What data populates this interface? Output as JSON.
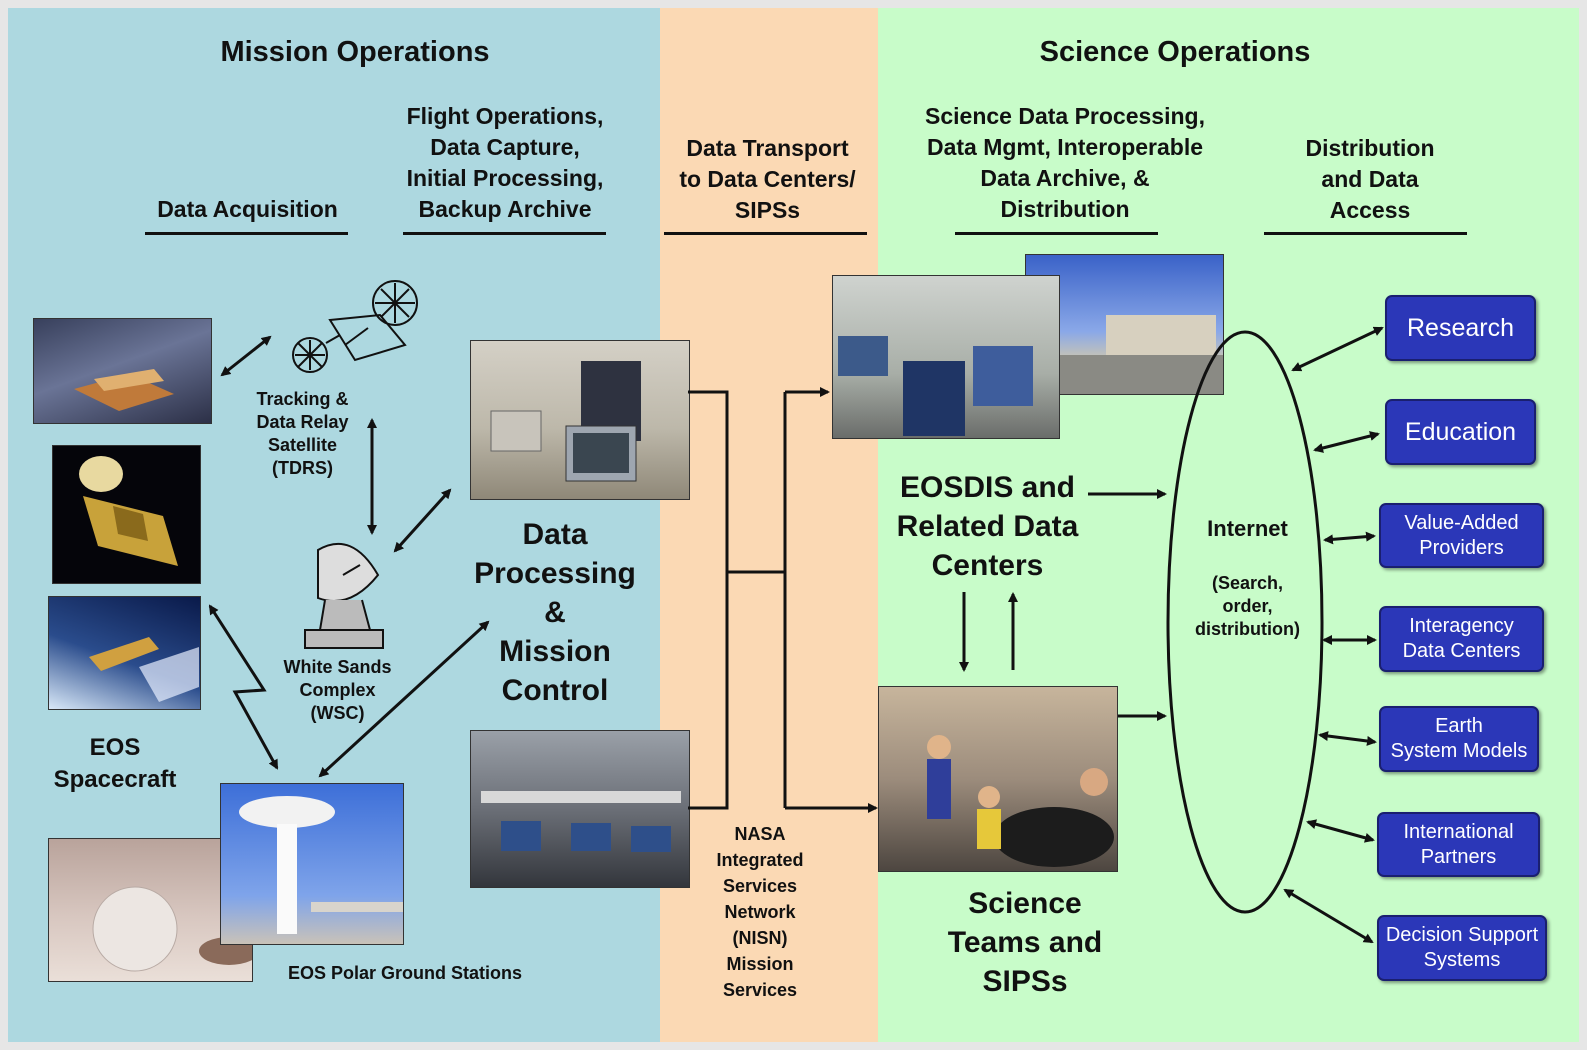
{
  "sections": {
    "mission": "Mission Operations",
    "science": "Science Operations"
  },
  "columns": {
    "acquisition": "Data Acquisition",
    "flight_ops": [
      "Flight Operations,",
      "Data Capture,",
      "Initial Processing,",
      "Backup Archive"
    ],
    "transport": [
      "Data Transport",
      "to Data Centers/",
      "SIPSs"
    ],
    "science_processing": [
      "Science Data Processing,",
      "Data Mgmt, Interoperable",
      "Data Archive, &",
      "Distribution"
    ],
    "distribution": [
      "Distribution",
      "and Data",
      "Access"
    ]
  },
  "nodes": {
    "tdrs": [
      "Tracking &",
      "Data Relay",
      "Satellite",
      "(TDRS)"
    ],
    "wsc": [
      "White Sands",
      "Complex",
      "(WSC)"
    ],
    "eos_spacecraft": [
      "EOS",
      "Spacecraft"
    ],
    "polar_stations": "EOS Polar Ground Stations",
    "processing": [
      "Data",
      "Processing",
      "&",
      "Mission",
      "Control"
    ],
    "nisn": [
      "NASA",
      "Integrated",
      "Services",
      "Network",
      "(NISN)",
      "Mission",
      "Services"
    ],
    "eosdis": [
      "EOSDIS and",
      "Related Data",
      "Centers"
    ],
    "science_teams": [
      "Science",
      "Teams and",
      "SIPSs"
    ],
    "internet": "Internet",
    "internet_sub": [
      "(Search,",
      "order,",
      "distribution)"
    ]
  },
  "outputs": [
    [
      "Research"
    ],
    [
      "Education"
    ],
    [
      "Value-Added",
      "Providers"
    ],
    [
      "Interagency",
      "Data Centers"
    ],
    [
      "Earth",
      "System Models"
    ],
    [
      "International",
      "Partners"
    ],
    [
      "Decision Support",
      "Systems"
    ]
  ],
  "colors": {
    "mission_bg": "#add8e0",
    "transport_bg": "#fbd9b4",
    "science_bg": "#c8fcc9",
    "output_box": "#2b37b8"
  }
}
